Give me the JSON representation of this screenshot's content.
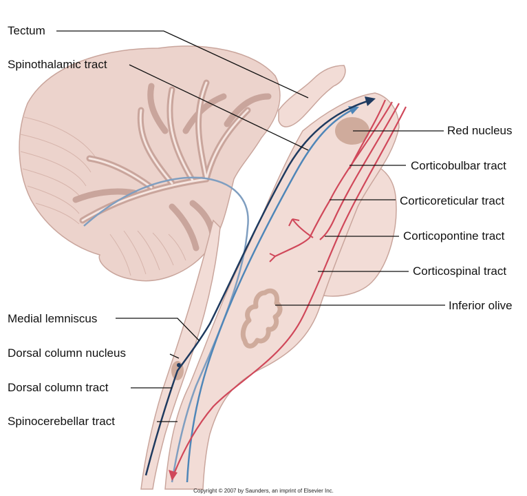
{
  "labels": {
    "tectum": "Tectum",
    "spinothalamic_tract": "Spinothalamic tract",
    "red_nucleus": "Red nucleus",
    "corticobulbar_tract": "Corticobulbar tract",
    "corticoreticular_tract": "Corticoreticular tract",
    "corticopontine_tract": "Corticopontine tract",
    "corticospinal_tract": "Corticospinal tract",
    "inferior_olive": "Inferior olive",
    "medial_lemniscus": "Medial lemniscus",
    "dorsal_column_nucleus": "Dorsal column nucleus",
    "dorsal_column_tract": "Dorsal column tract",
    "spinocerebellar_tract": "Spinocerebellar tract"
  },
  "copyright": "Copyright © 2007 by Saunders, an imprint of Elsevier Inc.",
  "colors": {
    "tissue_fill": "#f2dcd6",
    "tissue_stroke": "#c9a59c",
    "cerebellum_fill": "#ecd3cc",
    "nucleus_fill": "#cfab9c",
    "motor_tract": "#d0485a",
    "sensory_dark": "#1e3a5f",
    "sensory_light": "#4f86b8",
    "spinocerebellar": "#7f9ec0",
    "leader_line": "#111111"
  }
}
